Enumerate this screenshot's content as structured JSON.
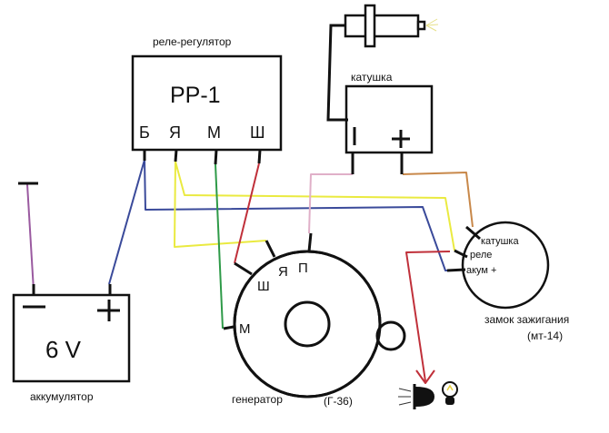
{
  "diagram": {
    "relay": {
      "caption": "реле-регулятор",
      "model": "РР-1",
      "terminals": [
        "Б",
        "Я",
        "М",
        "Ш"
      ]
    },
    "coil": {
      "caption": "катушка",
      "terminals": [
        "|",
        "+"
      ]
    },
    "battery": {
      "caption": "аккумулятор",
      "voltage": "6 V",
      "minus": "−",
      "plus": "+",
      "ground_symbol": "—"
    },
    "generator": {
      "caption": "генератор",
      "model": "(Г-36)",
      "terminals": [
        "Ш",
        "Я",
        "П",
        "М"
      ]
    },
    "ignition_switch": {
      "caption": "замок зажигания",
      "model": "(мт-14)",
      "terminals": [
        "катушка",
        "реле",
        "акум +"
      ]
    },
    "loads": {
      "headlight": "headlight-icon",
      "bulb": "bulb-icon"
    },
    "spark_plug": "spark-plug-icon",
    "wire_colors": {
      "blue": "#3a4a9a",
      "yellow": "#eaea40",
      "green": "#2e9a48",
      "red": "#c0303a",
      "pink": "#e0b0c8",
      "orange": "#c8884a",
      "purple": "#9a5aa0",
      "black": "#111111"
    }
  }
}
